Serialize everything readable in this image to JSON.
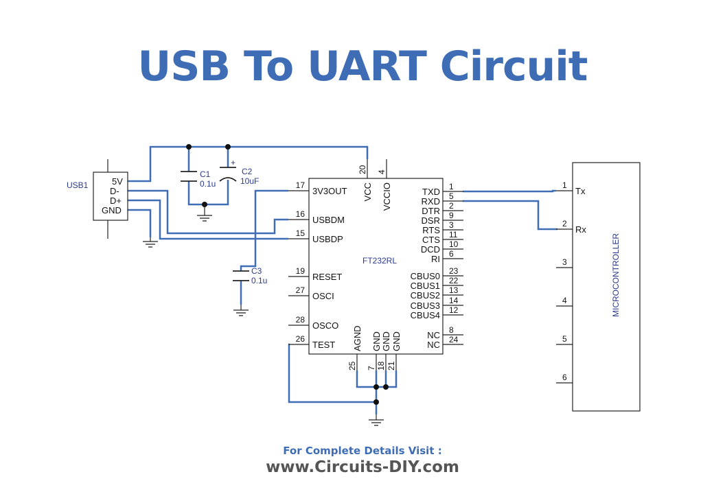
{
  "title": "USB To UART Circuit",
  "footer": {
    "line1": "For Complete Details Visit :",
    "line2": "www.Circuits-DIY.com"
  },
  "colors": {
    "accent": "#3e6db5",
    "footer_url": "#555555",
    "reference_text": "#2b3a8f"
  },
  "usb": {
    "ref": "USB1",
    "pins": [
      "5V",
      "D-",
      "D+",
      "GND"
    ]
  },
  "capacitors": {
    "c1": {
      "ref": "C1",
      "value": "0.1u"
    },
    "c2": {
      "ref": "C2",
      "value": "10uF",
      "polarity": "+"
    },
    "c3": {
      "ref": "C3",
      "value": "0.1u"
    }
  },
  "ic": {
    "name": "FT232RL",
    "left_pins": [
      {
        "num": "17",
        "label": "3V3OUT"
      },
      {
        "num": "16",
        "label": "USBDM"
      },
      {
        "num": "15",
        "label": "USBDP"
      },
      {
        "num": "19",
        "label": "RESET"
      },
      {
        "num": "27",
        "label": "OSCI"
      },
      {
        "num": "28",
        "label": "OSCO"
      },
      {
        "num": "26",
        "label": "TEST"
      }
    ],
    "top_pins": [
      {
        "num": "20",
        "label": "VCC"
      },
      {
        "num": "4",
        "label": "VCCIO"
      }
    ],
    "right_pins": [
      {
        "num": "1",
        "label": "TXD"
      },
      {
        "num": "5",
        "label": "RXD"
      },
      {
        "num": "2",
        "label": "DTR"
      },
      {
        "num": "9",
        "label": "DSR"
      },
      {
        "num": "3",
        "label": "RTS"
      },
      {
        "num": "11",
        "label": "CTS"
      },
      {
        "num": "10",
        "label": "DCD"
      },
      {
        "num": "6",
        "label": "RI"
      },
      {
        "num": "23",
        "label": "CBUS0"
      },
      {
        "num": "22",
        "label": "CBUS1"
      },
      {
        "num": "13",
        "label": "CBUS2"
      },
      {
        "num": "14",
        "label": "CBUS3"
      },
      {
        "num": "12",
        "label": "CBUS4"
      },
      {
        "num": "8",
        "label": "NC"
      },
      {
        "num": "24",
        "label": "NC"
      }
    ],
    "bottom_pins": [
      {
        "num": "25",
        "label": "AGND"
      },
      {
        "num": "7",
        "label": "GND"
      },
      {
        "num": "18",
        "label": "GND"
      },
      {
        "num": "21",
        "label": "GND"
      }
    ]
  },
  "microcontroller": {
    "label": "MICROCONTROLLER",
    "pins": [
      {
        "num": "1",
        "label": "Tx"
      },
      {
        "num": "2",
        "label": "Rx"
      },
      {
        "num": "3",
        "label": ""
      },
      {
        "num": "4",
        "label": ""
      },
      {
        "num": "5",
        "label": ""
      },
      {
        "num": "6",
        "label": ""
      }
    ]
  }
}
